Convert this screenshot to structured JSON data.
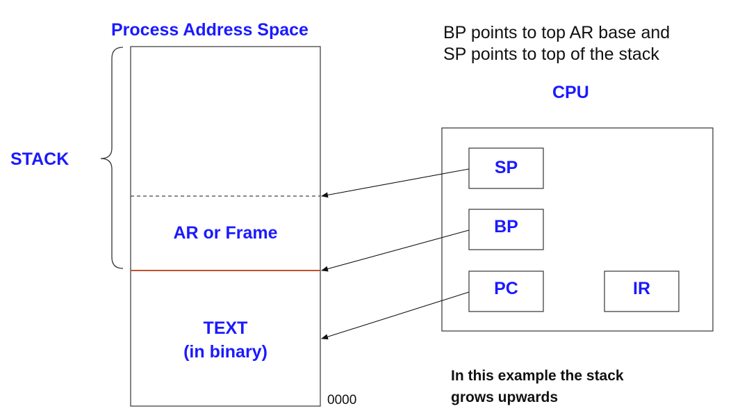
{
  "memory": {
    "title": "Process Address Space",
    "frame_label": "AR or Frame",
    "text_line1": "TEXT",
    "text_line2": "(in binary)",
    "address_zero": "0000",
    "stack_label": "STACK"
  },
  "cpu": {
    "title": "CPU",
    "registers": [
      "SP",
      "BP",
      "PC",
      "IR"
    ]
  },
  "notes": {
    "pointer_line1": "BP  points to top AR base and",
    "pointer_line2": "SP points to top of the stack",
    "growth_line1": "In this example the stack",
    "growth_line2": "grows upwards"
  },
  "colors": {
    "label_blue": "#1a1aff",
    "frame_base_line": "#c0502a",
    "outline": "#333333"
  }
}
